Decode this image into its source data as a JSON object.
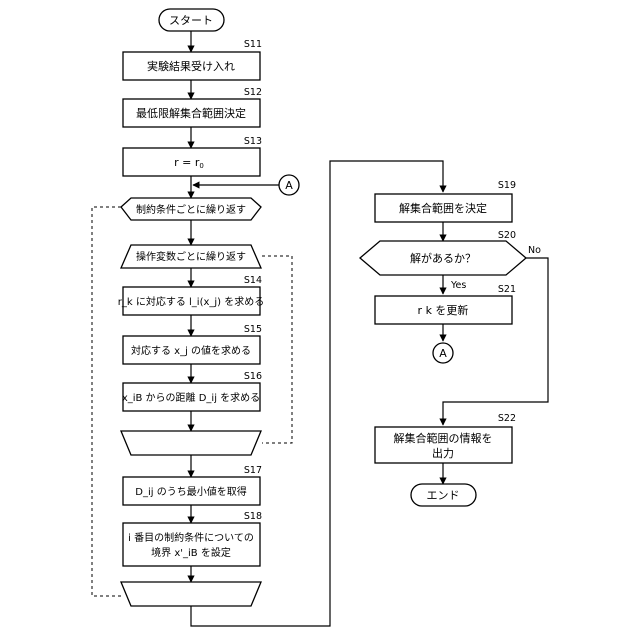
{
  "start_label": "スタート",
  "end_label": "エンド",
  "connector_label": "A",
  "steps": {
    "s11": {
      "id": "S11",
      "text": "実験結果受け入れ"
    },
    "s12": {
      "id": "S12",
      "text": "最低限解集合範囲決定"
    },
    "s13": {
      "id": "S13",
      "text_main": "r = r",
      "text_sub": "0"
    },
    "s14": {
      "id": "S14",
      "text": "r_k に対応する l_i(x_j) を求める"
    },
    "s15": {
      "id": "S15",
      "text": "対応する x_j の値を求める"
    },
    "s16": {
      "id": "S16",
      "text": "x_iB からの距離 D_ij を求める"
    },
    "s17": {
      "id": "S17",
      "text": "D_ij のうち最小値を取得"
    },
    "s18": {
      "id": "S18",
      "line1": "i 番目の制約条件についての",
      "line2": "境界 x'_iB を設定"
    },
    "s19": {
      "id": "S19",
      "text": "解集合範囲を決定"
    },
    "s20": {
      "id": "S20",
      "text": "解があるか？"
    },
    "s21": {
      "id": "S21",
      "text": "r k を更新"
    },
    "s22": {
      "id": "S22",
      "line1": "解集合範囲の情報を",
      "line2": "出力"
    }
  },
  "loop_outer_label": "制約条件ごとに繰り返す",
  "loop_inner_label": "操作変数ごとに繰り返す",
  "yes_label": "Yes",
  "no_label": "No"
}
